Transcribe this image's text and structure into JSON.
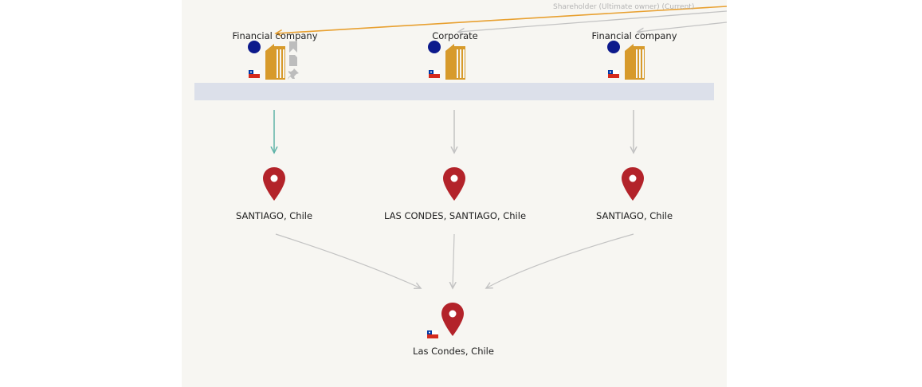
{
  "edge_label": "Shareholder (Ultimate owner) (Current)",
  "companies": [
    {
      "label": "Financial company",
      "country": "Chile"
    },
    {
      "label": "Corporate",
      "country": "Chile"
    },
    {
      "label": "Financial company",
      "country": "Chile"
    }
  ],
  "locations": [
    {
      "label": "SANTIAGO, Chile"
    },
    {
      "label": "LAS CONDES, SANTIAGO, Chile"
    },
    {
      "label": "SANTIAGO, Chile"
    }
  ],
  "final_location": {
    "label": "Las Condes, Chile",
    "country": "Chile"
  },
  "colors": {
    "orange_edge": "#e8a030",
    "grey_edge": "#c3c3c3",
    "teal_edge": "#5fb3a8",
    "pin": "#b3232a",
    "building": "#d79a2b",
    "dot": "#0d1a8c",
    "group_bar": "#dce0ea"
  },
  "icons": [
    "person-dot-icon",
    "building-icon",
    "chile-flag-icon",
    "bookmark-icon",
    "document-icon",
    "pin-icon",
    "location-pin-icon"
  ]
}
